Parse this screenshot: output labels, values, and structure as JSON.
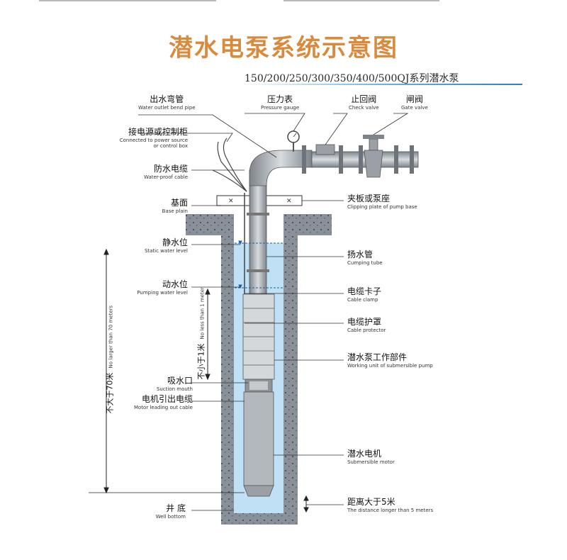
{
  "title": "潜水电泵系统示意图",
  "subtitle": "150/200/250/300/350/400/500QJ系列潜水泵",
  "labels": {
    "outlet_bend": {
      "zh": "出水弯管",
      "en": "Water outlet bend pipe"
    },
    "pressure_gauge": {
      "zh": "压力表",
      "en": "Pressure gauge"
    },
    "check_valve": {
      "zh": "止回阀",
      "en": "Check valve"
    },
    "gate_valve": {
      "zh": "闸阀",
      "en": "Gate valve"
    },
    "power_source": {
      "zh": "接电源或控制柜",
      "en1": "Connected to power source",
      "en2": "or control box"
    },
    "waterproof_cable": {
      "zh": "防水电缆",
      "en": "Water-proof cable"
    },
    "base_plain": {
      "zh": "基面",
      "en": "Base plain"
    },
    "clipping_plate": {
      "zh": "夹板或泵座",
      "en": "Clipping plate of pump base"
    },
    "static_level": {
      "zh": "静水位",
      "en": "Static water level"
    },
    "pumping_tube": {
      "zh": "扬水管",
      "en": "Cumping tube"
    },
    "pumping_level": {
      "zh": "动水位",
      "en": "Pumping water level"
    },
    "cable_clamp": {
      "zh": "电缆卡子",
      "en": "Cable clamp"
    },
    "cable_protector": {
      "zh": "电缆护罩",
      "en": "Cable protector"
    },
    "working_unit": {
      "zh": "潜水泵工作部件",
      "en": "Working unit of submersible pump"
    },
    "suction_mouth": {
      "zh": "吸水口",
      "en": "Suction mouth"
    },
    "motor_cable": {
      "zh": "电机引出电缆",
      "en": "Motor leading out cable"
    },
    "submersible_motor": {
      "zh": "潜水电机",
      "en": "Submersible motor"
    },
    "well_bottom": {
      "zh": "井 底",
      "en": "Well bottom"
    },
    "distance": {
      "zh": "距离大于5米",
      "en": "The distance longer than 5 meters"
    },
    "not_less_1m": {
      "zh": "不小于1米",
      "en": "No less than 1 meter"
    },
    "not_more_70m": {
      "zh": "不大于70米",
      "en": "No larger than 70 meters"
    }
  },
  "colors": {
    "title": "#d98a3d",
    "water": "#bfe0f5",
    "concrete": "#8a9099",
    "pipe": "#a7adb3",
    "motor": "#b3b8bd"
  }
}
